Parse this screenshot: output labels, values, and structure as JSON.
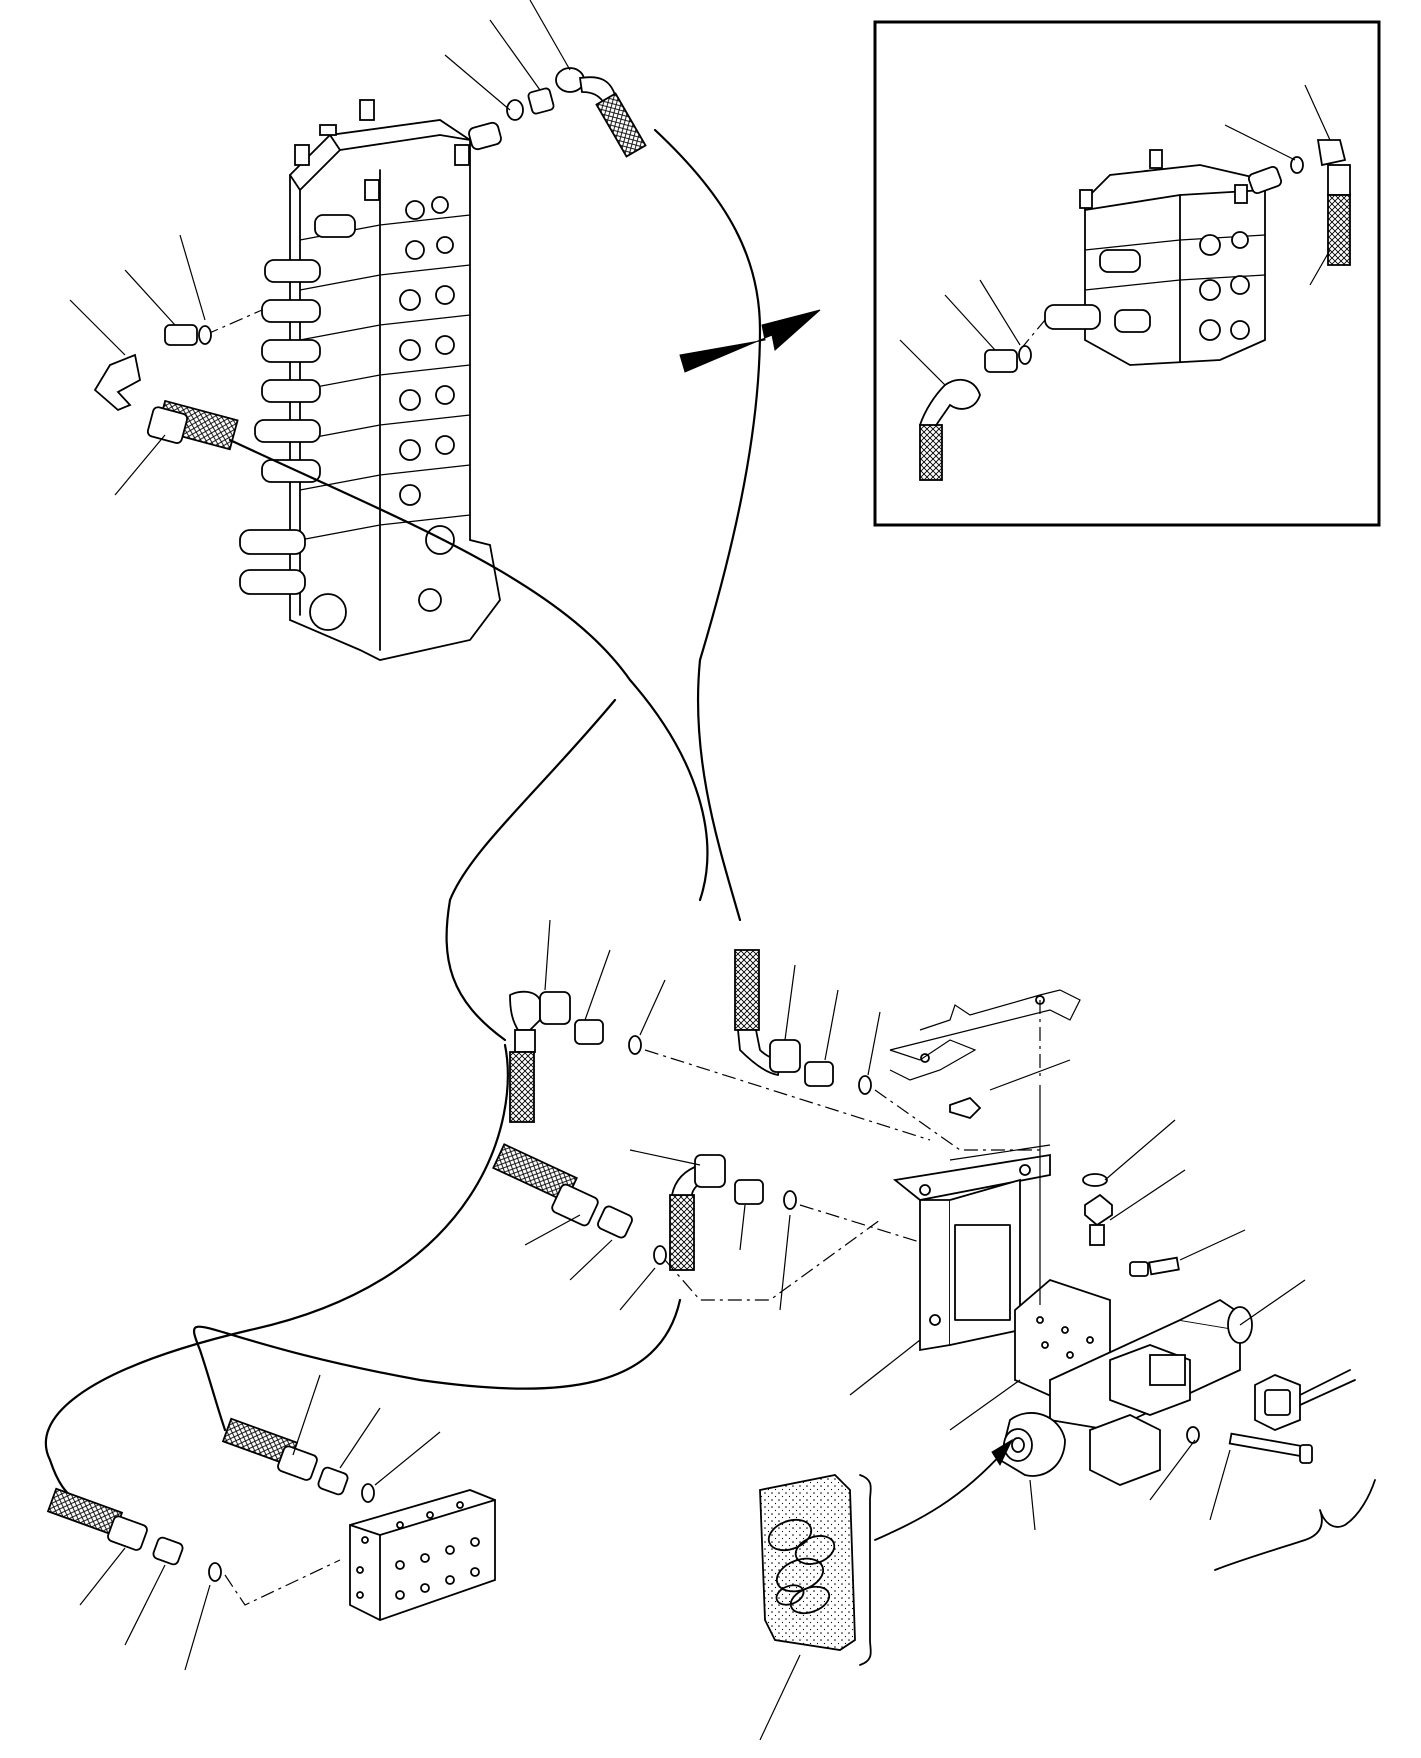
{
  "diagram": {
    "inset_box": {
      "present": true
    },
    "arrow_to_inset": {
      "direction": "right-up"
    },
    "components": [
      "control-valve",
      "control-valve-inset",
      "solenoid-valve",
      "connector-block",
      "mounting-bracket",
      "seal-kit-bag",
      "electrical-connector"
    ]
  }
}
